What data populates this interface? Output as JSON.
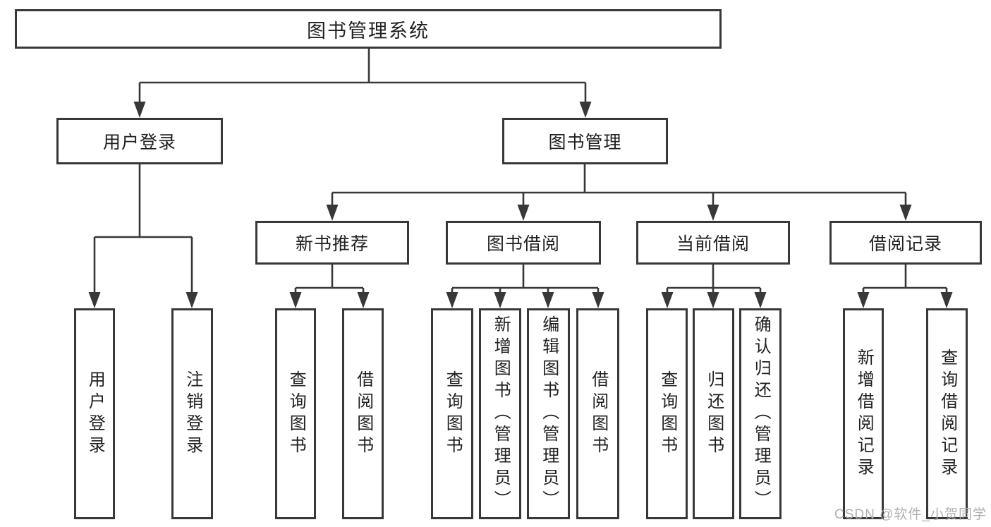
{
  "diagram": {
    "type": "tree",
    "nodes": {
      "root": {
        "label": "图书管理系统"
      },
      "user_login": {
        "label": "用户登录"
      },
      "book_management": {
        "label": "图书管理"
      },
      "new_book_recommend": {
        "label": "新书推荐"
      },
      "book_borrowing": {
        "label": "图书借阅"
      },
      "current_borrowing": {
        "label": "当前借阅"
      },
      "borrowing_records": {
        "label": "借阅记录"
      },
      "leaves": {
        "user_login_leaf": {
          "label": "用户登录",
          "parent": "用户登录"
        },
        "logout_login": {
          "label": "注销登录",
          "parent": "用户登录"
        },
        "query_books_recommend": {
          "label": "查询图书",
          "parent": "新书推荐"
        },
        "borrow_books_recommend": {
          "label": "借阅图书",
          "parent": "新书推荐"
        },
        "query_books_borrowing": {
          "label": "查询图书",
          "parent": "图书借阅"
        },
        "add_books_admin": {
          "label": "新增图书（管理员）",
          "parent": "图书借阅"
        },
        "edit_books_admin": {
          "label": "编辑图书（管理员）",
          "parent": "图书借阅"
        },
        "borrow_books_borrowing": {
          "label": "借阅图书",
          "parent": "图书借阅"
        },
        "query_books_current": {
          "label": "查询图书",
          "parent": "当前借阅"
        },
        "return_books": {
          "label": "归还图书",
          "parent": "当前借阅"
        },
        "confirm_return_admin": {
          "label": "确认归还（管理员）",
          "parent": "当前借阅"
        },
        "add_borrow_record": {
          "label": "新增借阅记录",
          "parent": "借阅记录"
        },
        "query_borrow_record": {
          "label": "查询借阅记录",
          "parent": "借阅记录"
        }
      }
    }
  },
  "watermark": {
    "text": "CSDN @软件_小贺同学"
  },
  "colors": {
    "line": "#383838",
    "text": "#1f1f1f",
    "watermark": "#b0b0b0",
    "background": "#ffffff"
  }
}
